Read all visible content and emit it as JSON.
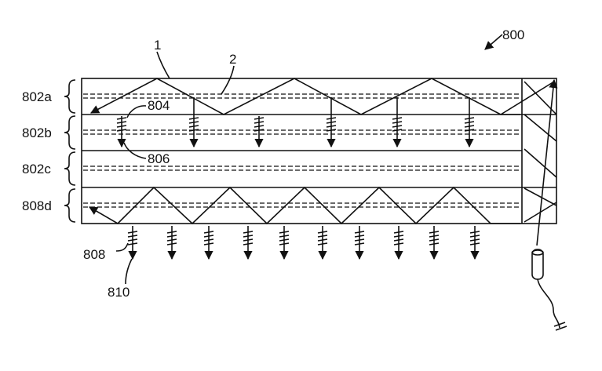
{
  "figure": {
    "reference_number": "800",
    "layers": [
      {
        "id": "802a",
        "label": "802a"
      },
      {
        "id": "802b",
        "label": "802b"
      },
      {
        "id": "802c",
        "label": "802c"
      },
      {
        "id": "808d",
        "label": "808d"
      }
    ],
    "callouts": {
      "ray": "1",
      "dashed_film": "2",
      "scatter_upper": "804",
      "output_upper": "806",
      "scatter_lower": "808",
      "output_lower": "810"
    }
  }
}
